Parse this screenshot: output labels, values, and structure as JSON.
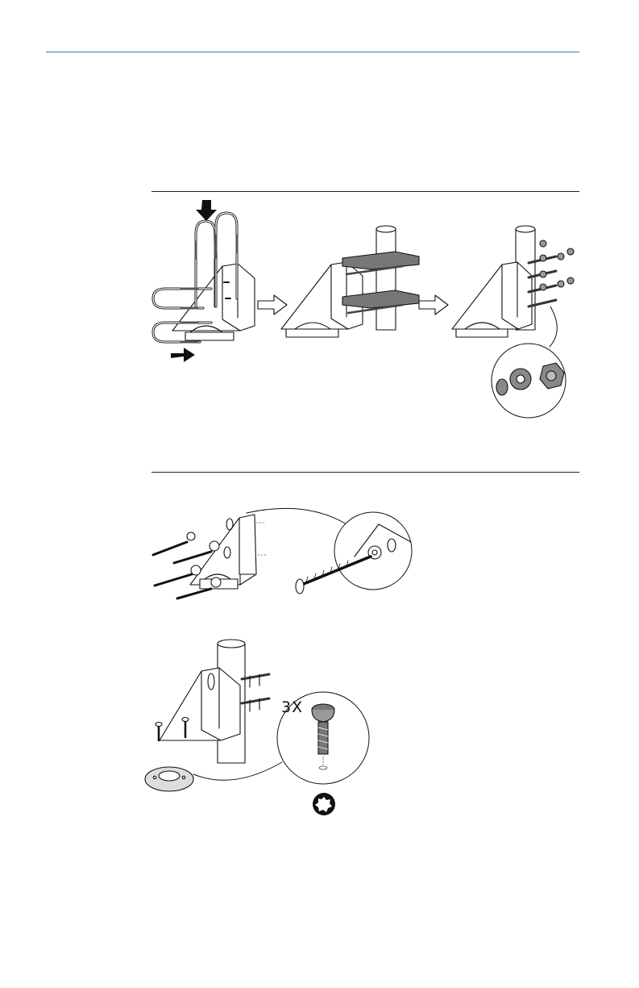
{
  "header": {
    "accent_color": "#2b7fa3"
  },
  "figures": [
    {
      "id": "u-bolt-pole-mount",
      "callout": "washer-nut-detail"
    },
    {
      "id": "wall-mount",
      "callout": "wood-screw-detail"
    },
    {
      "id": "pole-top-mount",
      "callout": "screw-detail",
      "quantity_label": "3X",
      "tool_icon": "torx-icon"
    }
  ]
}
